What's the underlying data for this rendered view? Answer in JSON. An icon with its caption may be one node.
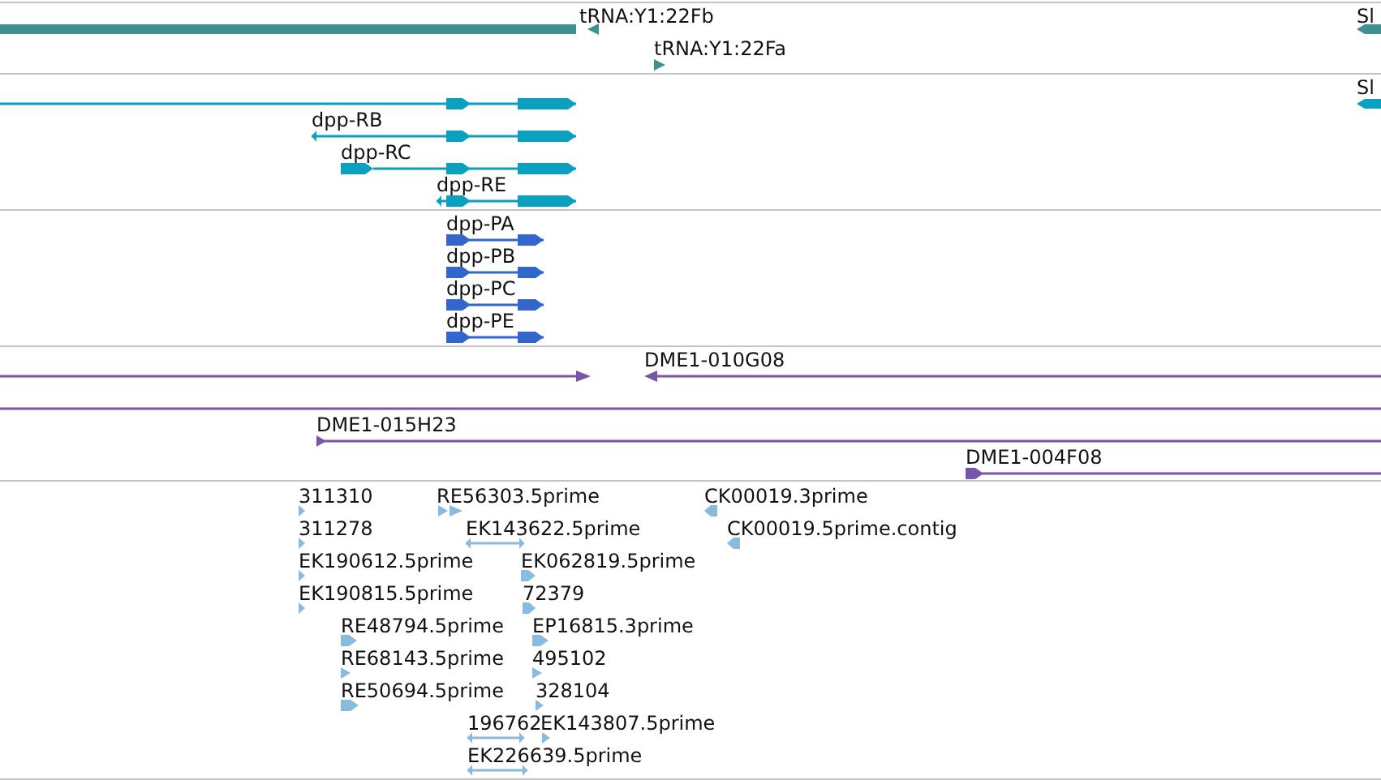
{
  "diagram": {
    "labels": [
      "tRNA:Y1:22Fb",
      "Sl",
      "tRNA:Y1:22Fa",
      "Sl",
      "dpp-RB",
      "dpp-RC",
      "dpp-RE",
      "dpp-PA",
      "dpp-PB",
      "dpp-PC",
      "dpp-PE",
      "DME1-010G08",
      "DME1-015H23",
      "DME1-004F08",
      "311310",
      "RE56303.5prime",
      "CK00019.3prime",
      "311278",
      "EK143622.5prime",
      "CK00019.5prime.contig",
      "EK190612.5prime",
      "EK062819.5prime",
      "EK190815.5prime",
      "72379",
      "RE48794.5prime",
      "EP16815.3prime",
      "RE68143.5prime",
      "495102",
      "RE50694.5prime",
      "328104",
      "196762",
      "EK143807.5prime",
      "EK226639.5prime"
    ]
  }
}
